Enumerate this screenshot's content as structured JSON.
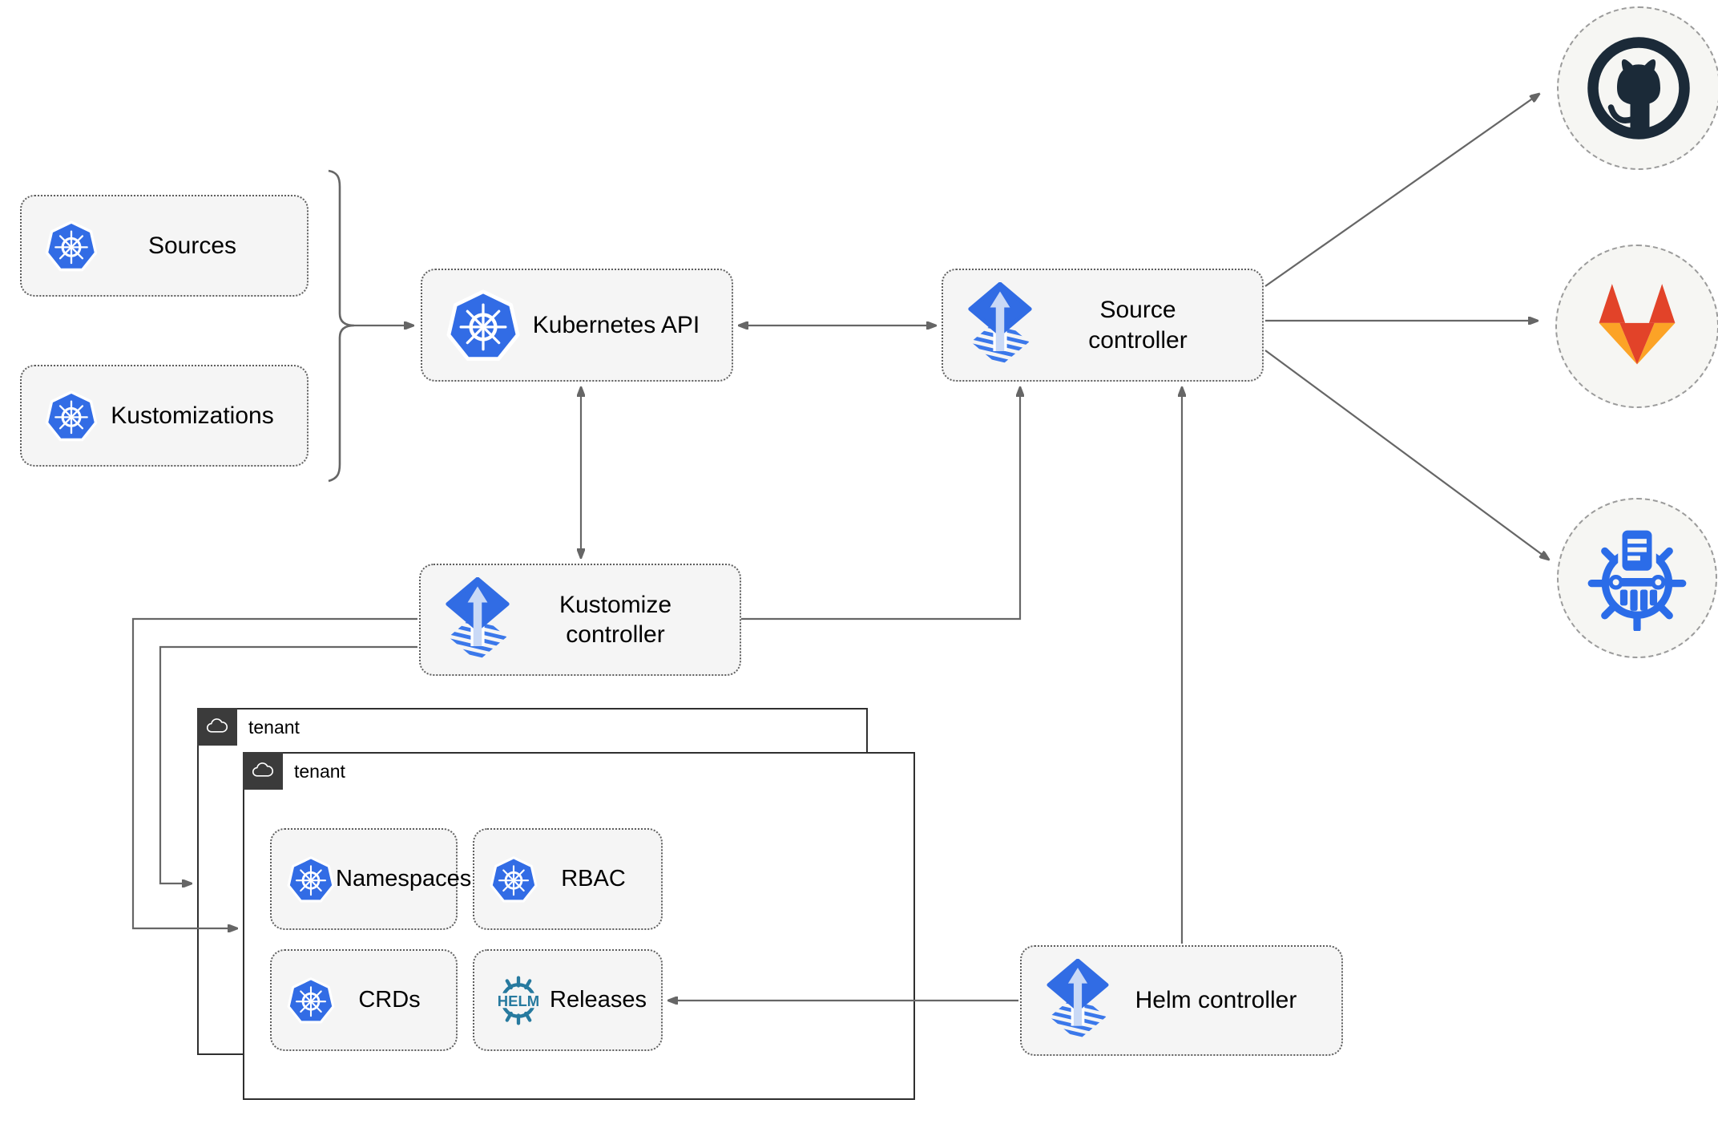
{
  "nodes": {
    "sources": {
      "label": "Sources",
      "icon": "kubernetes-icon"
    },
    "kustomizations": {
      "label": "Kustomizations",
      "icon": "kubernetes-icon"
    },
    "kubernetes_api": {
      "label": "Kubernetes API",
      "icon": "kubernetes-icon"
    },
    "source_controller": {
      "label": "Source controller",
      "icon": "flux-icon"
    },
    "kustomize_controller": {
      "label": "Kustomize controller",
      "icon": "flux-icon"
    },
    "helm_controller": {
      "label": "Helm controller",
      "icon": "flux-icon"
    },
    "namespaces": {
      "label": "Namespaces",
      "icon": "kubernetes-icon"
    },
    "rbac": {
      "label": "RBAC",
      "icon": "kubernetes-icon"
    },
    "crds": {
      "label": "CRDs",
      "icon": "kubernetes-icon"
    },
    "releases": {
      "label": "Releases",
      "icon": "helm-wheel-icon"
    }
  },
  "tenants": {
    "back": {
      "label": "tenant",
      "icon": "cloud-icon"
    },
    "front": {
      "label": "tenant",
      "icon": "cloud-icon"
    }
  },
  "externals": {
    "github": {
      "icon": "github-icon"
    },
    "gitlab": {
      "icon": "gitlab-icon"
    },
    "registry": {
      "icon": "kubernetes-wheel-document-icon"
    }
  },
  "helm_logo_text": "HELM",
  "colors": {
    "kubernetes_blue": "#326ce5",
    "flux_blue": "#316ce4",
    "flux_light_blue": "#c9d9f6",
    "helm_teal": "#277a9f",
    "github_dark": "#1b2a38",
    "gitlab_red_orange": "#e24329",
    "gitlab_light_orange": "#fca326",
    "box_fill": "#f5f5f5",
    "line_gray": "#666666",
    "tenant_tab_dark": "#3b3b3b"
  }
}
